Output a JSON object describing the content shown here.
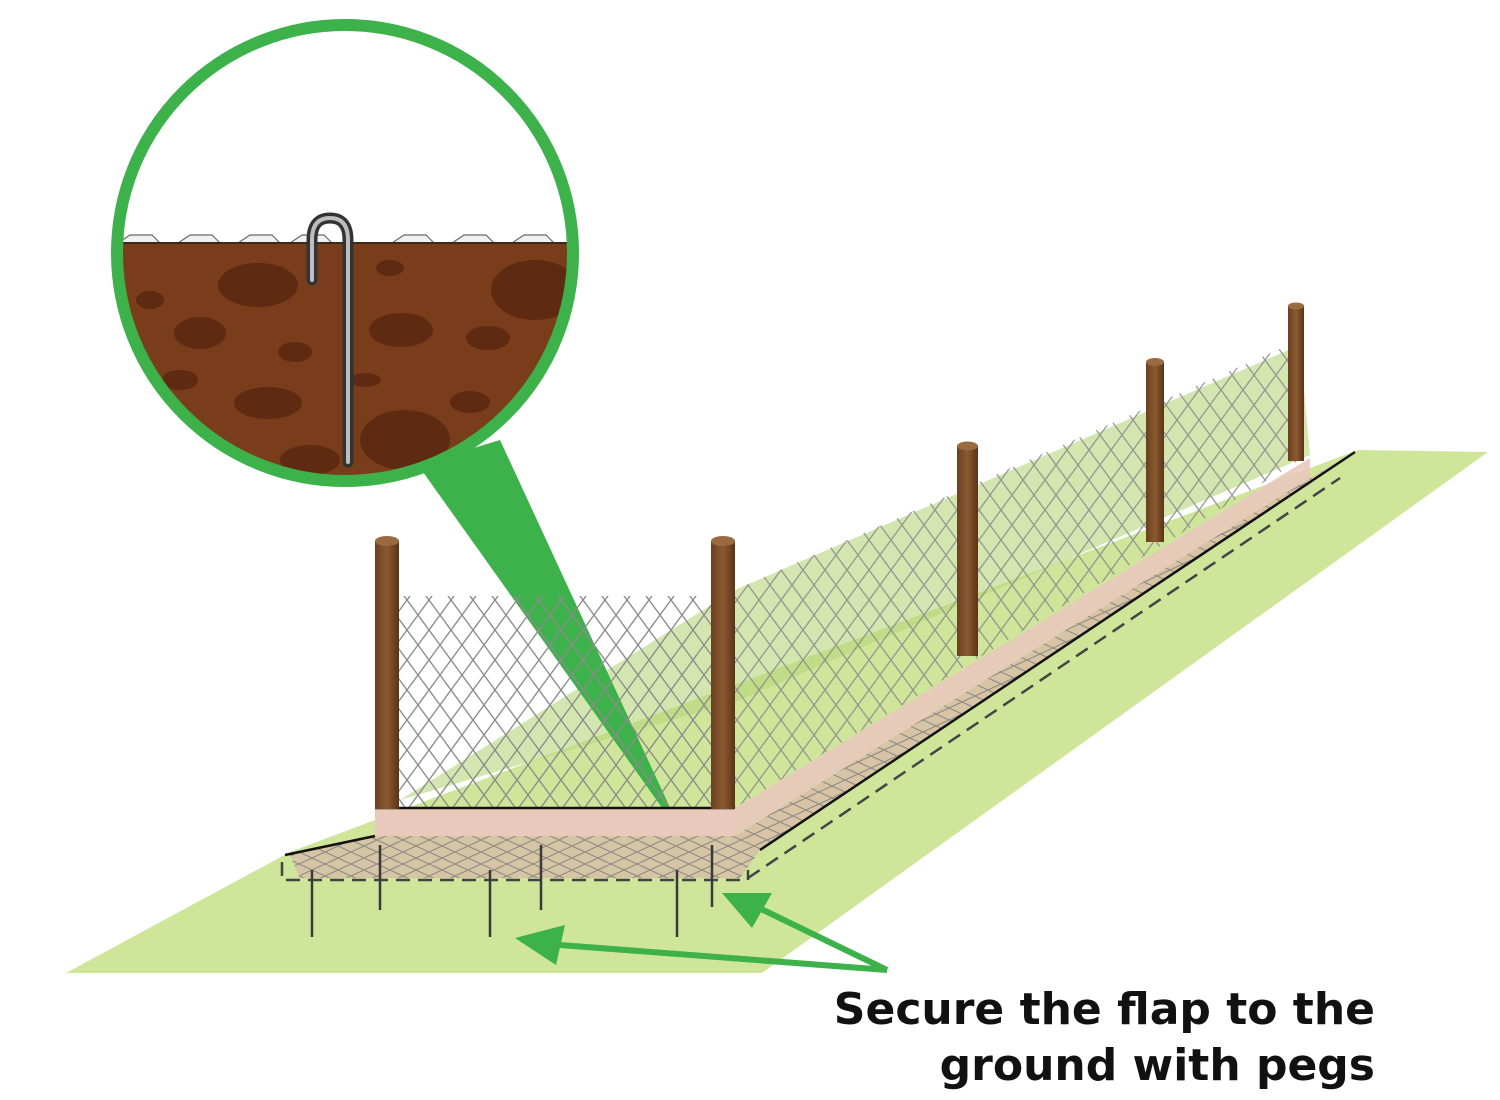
{
  "caption": {
    "line1": "Secure the flap to the",
    "line2": "ground with pegs"
  },
  "colors": {
    "grass": "#cfe59a",
    "callout_green": "#3db14a",
    "post": "#7a4a25",
    "post_shadow": "#5a3417",
    "soil": "#7a3d1b",
    "soil_spots": "#5e2a12",
    "flap": "#e8c9bb",
    "mesh": "#8c8c8c",
    "peg": "#3a3a3a"
  },
  "icons": [
    "magnifier-callout",
    "ground-peg",
    "arrow"
  ]
}
